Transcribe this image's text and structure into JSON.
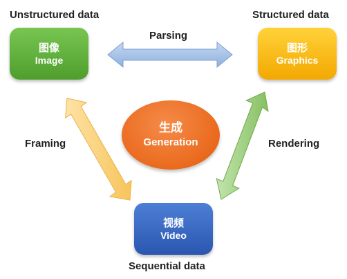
{
  "nodes": {
    "image": {
      "cn": "图像",
      "en": "Image",
      "caption": "Unstructured data"
    },
    "graphics": {
      "cn": "图形",
      "en": "Graphics",
      "caption": "Structured data"
    },
    "video": {
      "cn": "视频",
      "en": "Video",
      "caption": "Sequential data"
    },
    "generation": {
      "cn": "生成",
      "en": "Generation"
    }
  },
  "edges": {
    "parsing": "Parsing",
    "framing": "Framing",
    "rendering": "Rendering"
  },
  "colors": {
    "image": "#5fae3a",
    "graphics": "#f7b800",
    "video": "#3a66c2",
    "generation": "#ee7024",
    "arrow_parsing": "#a9c6ea",
    "arrow_framing": "#fbd27a",
    "arrow_rendering": "#9fd07f"
  }
}
